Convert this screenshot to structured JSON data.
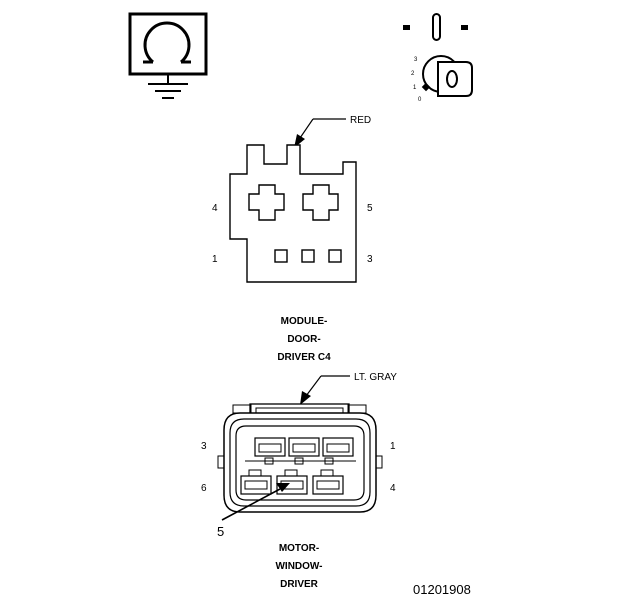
{
  "symbols": {
    "left_icon": "ohmmeter-ground-icon",
    "right_icon": "ignition-key-icon",
    "key_positions": [
      "3",
      "2",
      "1",
      "0"
    ]
  },
  "connector_c4": {
    "wire_color": "RED",
    "pins": {
      "p4": "4",
      "p5": "5",
      "p1": "1",
      "p3": "3"
    },
    "title_lines": [
      "MODULE-",
      "DOOR-",
      "DRIVER C4"
    ]
  },
  "connector_motor": {
    "wire_color": "LT. GRAY",
    "pins": {
      "p3": "3",
      "p1": "1",
      "p6": "6",
      "p4": "4",
      "p5": "5"
    },
    "title_lines": [
      "MOTOR-",
      "WINDOW-",
      "DRIVER"
    ]
  },
  "figure_id": "01201908"
}
